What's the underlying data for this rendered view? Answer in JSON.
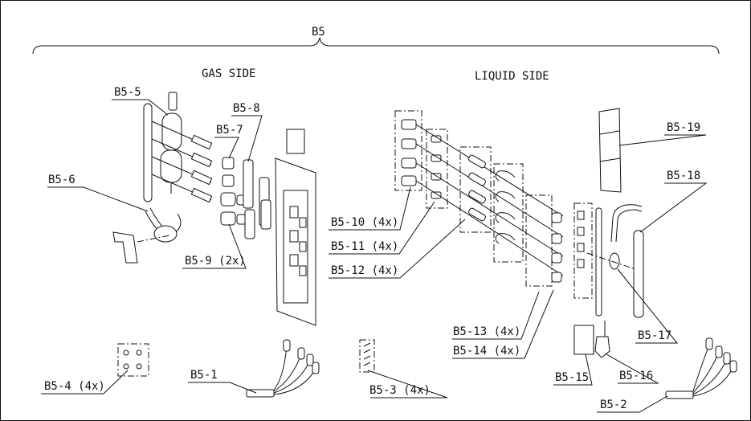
{
  "title": "B5",
  "sections": {
    "gas": "GAS SIDE",
    "liquid": "LIQUID SIDE"
  },
  "labels": {
    "b5_1": "B5-1",
    "b5_2": "B5-2",
    "b5_3": "B5-3 (4x)",
    "b5_4": "B5-4 (4x)",
    "b5_5": "B5-5",
    "b5_6": "B5-6",
    "b5_7": "B5-7",
    "b5_8": "B5-8",
    "b5_9": "B5-9 (2x)",
    "b5_10": "B5-10 (4x)",
    "b5_11": "B5-11 (4x)",
    "b5_12": "B5-12 (4x)",
    "b5_13": "B5-13 (4x)",
    "b5_14": "B5-14 (4x)",
    "b5_15": "B5-15",
    "b5_16": "B5-16",
    "b5_17": "B5-17",
    "b5_18": "B5-18",
    "b5_19": "B5-19"
  }
}
